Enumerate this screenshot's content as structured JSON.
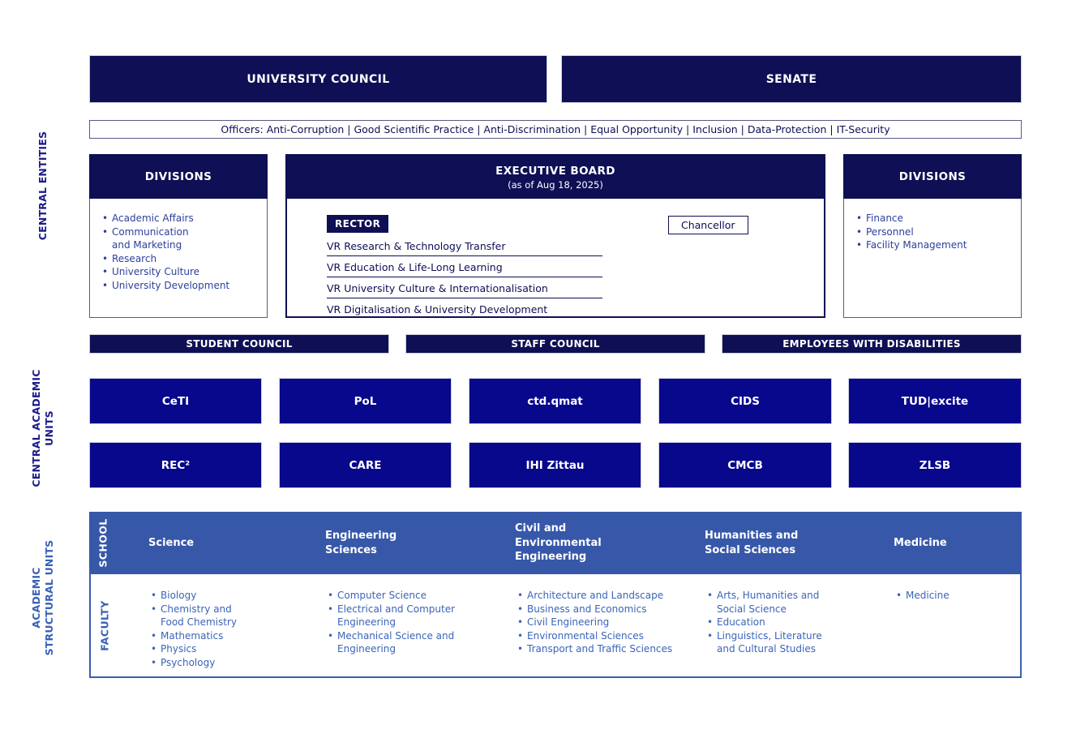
{
  "colors": {
    "dark_navy": "#0e0f54",
    "unit_blue": "#08088c",
    "school_header_blue": "#3758a9",
    "list_text_blue": "#2c3f9c",
    "faculty_text_blue": "#3b64b8",
    "side_label_navy": "#1b1b8a",
    "side_label_blue": "#3a60b5"
  },
  "side_labels": {
    "central_entities": "CENTRAL ENTITIES",
    "central_academic_units": "CENTRAL ACADEMIC\nUNITS",
    "academic_structural_units": "ACADEMIC\nSTRUCTURAL UNITS"
  },
  "top_row": {
    "university_council": "UNIVERSITY COUNCIL",
    "senate": "SENATE"
  },
  "officers_bar": "Officers: Anti-Corruption | Good Scientific Practice | Anti-Discrimination | Equal Opportunity | Inclusion | Data-Protection | IT-Security",
  "divisions_left": {
    "title": "DIVISIONS",
    "items": [
      "Academic Affairs",
      "Communication\nand Marketing",
      "Research",
      "University Culture",
      "University Development"
    ]
  },
  "executive_board": {
    "title": "EXECUTIVE BOARD",
    "subtitle": "(as of Aug 18, 2025)",
    "rector_label": "RECTOR",
    "chancellor_label": "Chancellor",
    "vice_rectors": [
      "VR Research & Technology Transfer",
      "VR Education & Life-Long Learning",
      "VR University Culture & Internationalisation",
      "VR Digitalisation & University Development"
    ]
  },
  "divisions_right": {
    "title": "DIVISIONS",
    "items": [
      "Finance",
      "Personnel",
      "Facility Management"
    ]
  },
  "councils": [
    "STUDENT COUNCIL",
    "STAFF COUNCIL",
    "EMPLOYEES WITH DISABILITIES"
  ],
  "central_academic_units": {
    "row1": [
      "CeTI",
      "PoL",
      "ctd.qmat",
      "CIDS",
      "TUD|excite"
    ],
    "row2": [
      "REC²",
      "CARE",
      "IHI Zittau",
      "CMCB",
      "ZLSB"
    ]
  },
  "schools_table": {
    "school_label": "SCHOOL",
    "faculty_label": "FACULTY",
    "columns": [
      {
        "school": "Science",
        "faculties": [
          "Biology",
          "Chemistry and\nFood Chemistry",
          "Mathematics",
          "Physics",
          "Psychology"
        ]
      },
      {
        "school": "Engineering\nSciences",
        "faculties": [
          "Computer Science",
          "Electrical and Computer\nEngineering",
          "Mechanical Science and\nEngineering"
        ]
      },
      {
        "school": "Civil and\nEnvironmental\nEngineering",
        "faculties": [
          "Architecture and Landscape",
          "Business and Economics",
          "Civil Engineering",
          "Environmental Sciences",
          "Transport and Traffic Sciences"
        ]
      },
      {
        "school": "Humanities and\nSocial Sciences",
        "faculties": [
          "Arts, Humanities and\nSocial Science",
          "Education",
          "Linguistics, Literature\nand Cultural Studies"
        ]
      },
      {
        "school": "Medicine",
        "faculties": [
          "Medicine"
        ]
      }
    ]
  }
}
